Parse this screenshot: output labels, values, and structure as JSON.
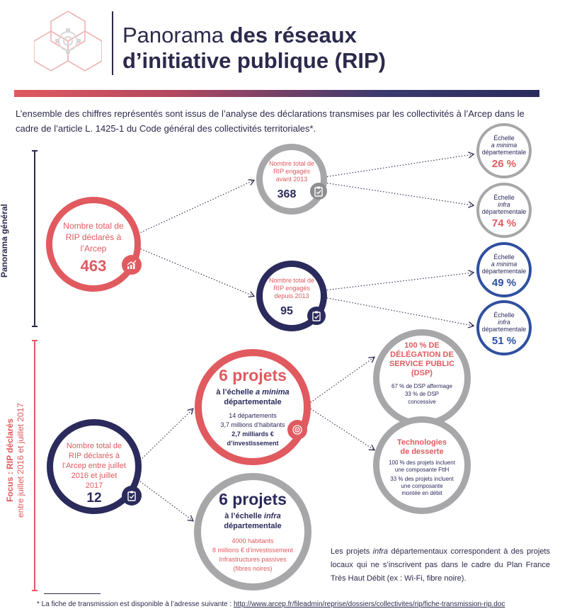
{
  "header": {
    "title_light_1": "Panorama ",
    "title_bold_1": "des réseaux",
    "title_bold_2": "d’initiative publique (RIP)"
  },
  "intro": "L’ensemble des chiffres représentés sont issus de l’analyse des déclarations transmises par les collectivités à l’Arcep dans le cadre de l’article L. 1425-1 du Code général des collectivités territoriales*.",
  "side": {
    "panorama": "Panorama général",
    "focus_bold": "Focus : RIP déclarés",
    "focus_rest": "entre juillet 2016 et juillet 2017"
  },
  "panorama": {
    "total": {
      "label": "Nombre total de RIP déclarés à l’Arcep",
      "value": "463",
      "icon": "chart-up-icon"
    },
    "before": {
      "label": "Nombre total de RIP engagés avant 2013",
      "value": "368",
      "icon": "clipboard-check-icon"
    },
    "after": {
      "label": "Nombre total de RIP engagés depuis 2013",
      "value": "95",
      "icon": "clipboard-check-icon"
    },
    "scales": [
      {
        "prefix": "Échelle",
        "italic": "a minima",
        "suffix": "départementale",
        "value": "26 %",
        "color": "#e05a5f"
      },
      {
        "prefix": "Échelle",
        "italic": "infra",
        "suffix": "départementale",
        "value": "74 %",
        "color": "#e05a5f"
      },
      {
        "prefix": "Échelle",
        "italic": "a minima",
        "suffix": "départementale",
        "value": "49 %",
        "color": "#2f4fa0"
      },
      {
        "prefix": "Échelle",
        "italic": "infra",
        "suffix": "départementale",
        "value": "51 %",
        "color": "#2f4fa0"
      }
    ]
  },
  "focus": {
    "total": {
      "label": "Nombre total de RIP déclarés à l’Arcep entre juillet 2016 et juillet 2017",
      "value": "12",
      "icon": "clipboard-check-icon"
    },
    "minima": {
      "headline": "6 projets",
      "line1": "à l’échelle ",
      "italic": "a minima",
      "line2": "départementale",
      "d1": "14 départements",
      "d2": "3,7 millions d’habitants",
      "d3": "2,7 milliards €",
      "d4": "d’investissement",
      "icon": "target-icon"
    },
    "infra": {
      "headline": "6 projets",
      "line1": "à l’échelle ",
      "italic": "infra",
      "line2": "départementale",
      "d1": "4000 habitants",
      "d2": "8 millions € d’investissement",
      "d3": "Infrastructures passives",
      "d4": "(fibres noires)"
    },
    "dsp": {
      "t1": "100 % DE",
      "t2": "DÉLÉGATION DE",
      "t3": "SERVICE PUBLIC",
      "t4": "(DSP)",
      "d1": "67 % de DSP affermage",
      "d2": "33 % de DSP",
      "d3": "concessive"
    },
    "tech": {
      "t1": "Technologies",
      "t2": "de desserte",
      "d1": "100 % des projets incluent",
      "d2": "une composante FttH",
      "d3": "33 % des projets incluent",
      "d4": "une composante",
      "d5": "montée en débit"
    }
  },
  "note": {
    "pre": "Les projets ",
    "italic": "infra",
    "post": " départementaux correspondent à des projets locaux qui ne s’inscrivent pas dans le cadre du Plan France Très Haut Débit (ex : Wi-Fi, fibre noire)."
  },
  "footnote": {
    "text": "*   La fiche de transmission est disponible à l’adresse suivante : ",
    "link": "http://www.arcep.fr/fileadmin/reprise/dossiers/collectivites/rip/fiche-transmission-rip.doc"
  },
  "colors": {
    "red": "#e05a5f",
    "navy": "#2b2a5c",
    "blue": "#2f4fa0",
    "grey": "#a7a7a9"
  }
}
